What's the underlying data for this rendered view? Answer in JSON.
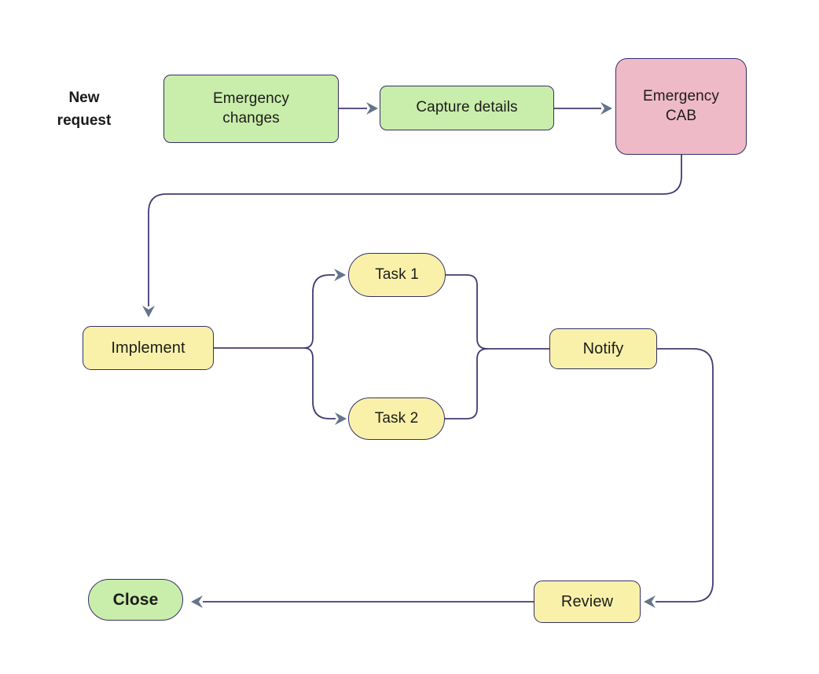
{
  "diagram": {
    "type": "flowchart",
    "background": "#ffffff",
    "palette": {
      "green_fill": "#c9edaa",
      "pink_fill": "#efbac7",
      "yellow_fill": "#f9f1a9",
      "node_border": "#34306b",
      "edge_line": "#413c72",
      "arrowhead": "#64748b",
      "text": "#1c1c1c"
    },
    "labels": {
      "new_request": "New\nrequest"
    },
    "nodes": {
      "emergency_changes": {
        "label": "Emergency\nchanges",
        "shape": "rounded-rect",
        "fill": "green"
      },
      "capture_details": {
        "label": "Capture details",
        "shape": "rounded-rect",
        "fill": "green"
      },
      "emergency_cab": {
        "label": "Emergency\nCAB",
        "shape": "rounded-rect",
        "fill": "pink"
      },
      "implement": {
        "label": "Implement",
        "shape": "rounded-rect",
        "fill": "yellow"
      },
      "task1": {
        "label": "Task 1",
        "shape": "pill",
        "fill": "yellow"
      },
      "task2": {
        "label": "Task 2",
        "shape": "pill",
        "fill": "yellow"
      },
      "notify": {
        "label": "Notify",
        "shape": "rounded-rect",
        "fill": "yellow"
      },
      "review": {
        "label": "Review",
        "shape": "rounded-rect",
        "fill": "yellow"
      },
      "close": {
        "label": "Close",
        "shape": "pill",
        "fill": "green"
      }
    },
    "edges": [
      {
        "from": "emergency_changes",
        "to": "capture_details",
        "arrow": true
      },
      {
        "from": "capture_details",
        "to": "emergency_cab",
        "arrow": true
      },
      {
        "from": "emergency_cab",
        "to": "implement",
        "arrow": true
      },
      {
        "from": "implement",
        "to": "task1",
        "arrow": true
      },
      {
        "from": "implement",
        "to": "task2",
        "arrow": true
      },
      {
        "from": "task1",
        "to": "notify",
        "arrow": false
      },
      {
        "from": "task2",
        "to": "notify",
        "arrow": false
      },
      {
        "from": "notify",
        "to": "review",
        "arrow": true
      },
      {
        "from": "review",
        "to": "close",
        "arrow": true
      }
    ]
  }
}
